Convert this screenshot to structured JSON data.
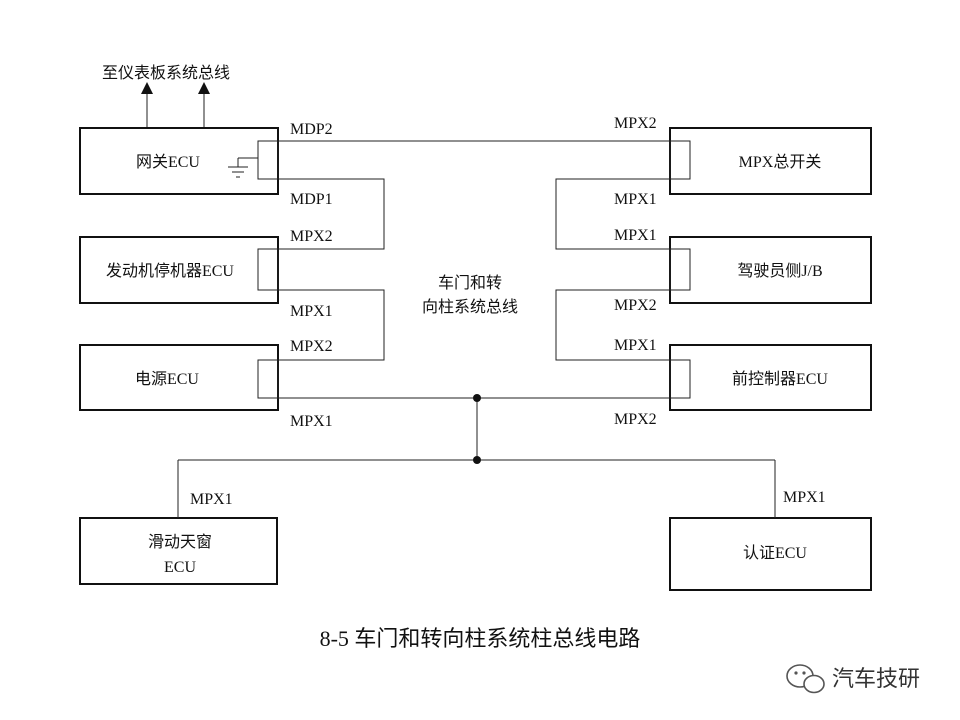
{
  "top_label": "至仪表板系统总线",
  "center_label": [
    "车门和转",
    "向柱系统总线"
  ],
  "boxes": {
    "gateway": "网关ECU",
    "engine": "发动机停机器ECU",
    "power": "电源ECU",
    "sunroof": [
      "滑动天窗",
      "ECU"
    ],
    "mpx_switch": "MPX总开关",
    "driver_jb": "驾驶员侧J/B",
    "front_ctrl": "前控制器ECU",
    "auth": "认证ECU"
  },
  "ports": {
    "gw_mdp2": "MDP2",
    "gw_mdp1": "MDP1",
    "eng_mpx2": "MPX2",
    "eng_mpx1": "MPX1",
    "pwr_mpx2": "MPX2",
    "pwr_mpx1": "MPX1",
    "sw_mpx2": "MPX2",
    "sw_mpx1": "MPX1",
    "jb_mpx1": "MPX1",
    "jb_mpx2": "MPX2",
    "fc_mpx1": "MPX1",
    "fc_mpx2": "MPX2",
    "sunroof_mpx1": "MPX1",
    "auth_mpx1": "MPX1"
  },
  "caption": "8-5 车门和转向柱系统柱总线电路",
  "watermark": "汽车技研"
}
